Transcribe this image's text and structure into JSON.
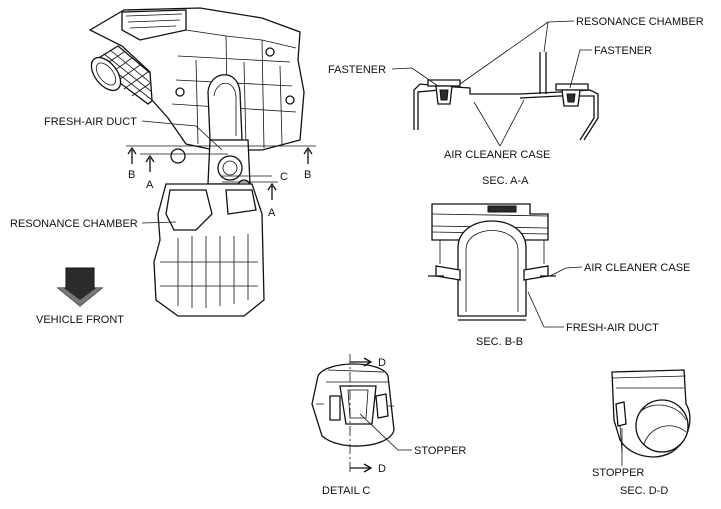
{
  "labels": {
    "resonance_chamber_top": "RESONANCE CHAMBER",
    "fastener_left": "FASTENER",
    "fastener_right": "FASTENER",
    "fresh_air_duct_main": "FRESH-AIR DUCT",
    "air_cleaner_case_aa": "AIR CLEANER CASE",
    "sec_aa": "SEC. A-A",
    "resonance_chamber_main": "RESONANCE CHAMBER",
    "air_cleaner_case_bb": "AIR CLEANER CASE",
    "fresh_air_duct_bb": "FRESH-AIR DUCT",
    "sec_bb": "SEC. B-B",
    "vehicle_front": "VEHICLE FRONT",
    "stopper_detail": "STOPPER",
    "detail_c": "DETAIL C",
    "stopper_dd": "STOPPER",
    "sec_dd": "SEC. D-D"
  },
  "section_markers": {
    "b_left": "B",
    "a_left": "A",
    "c": "C",
    "b_right": "B",
    "a_bottom": "A",
    "d_top": "D",
    "d_bottom": "D"
  }
}
